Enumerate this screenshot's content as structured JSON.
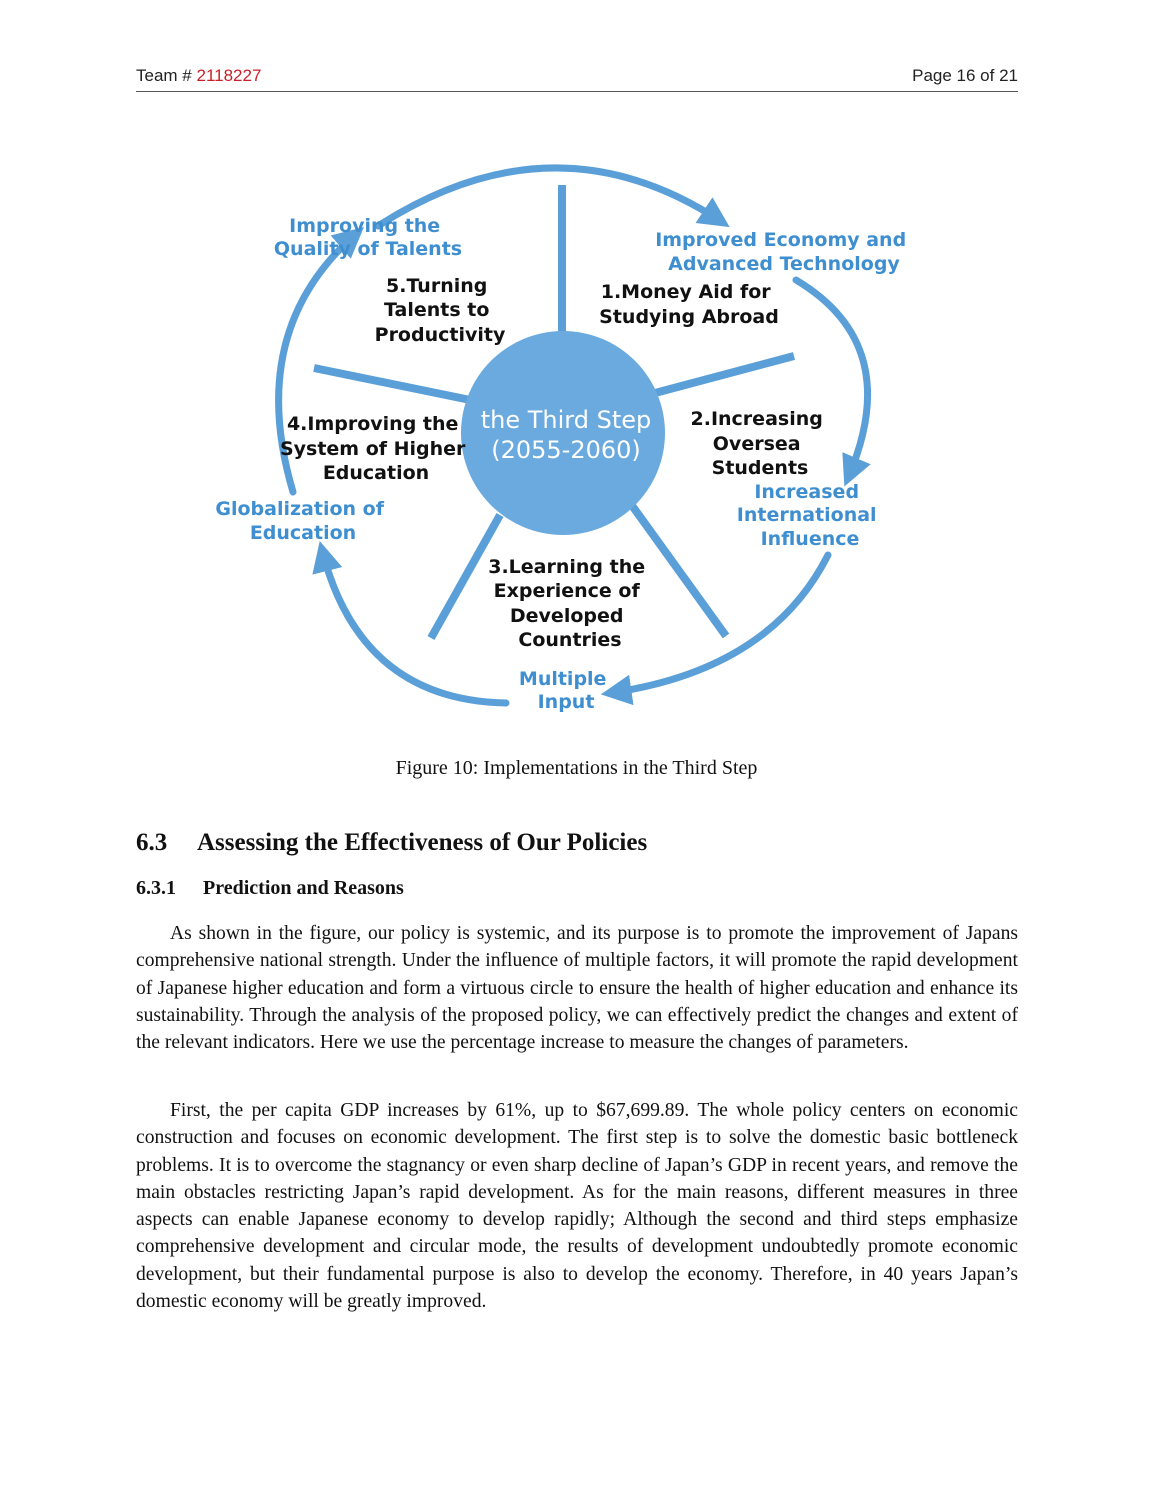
{
  "header": {
    "team_prefix": "Team # ",
    "team_number": "2118227",
    "page_label": "Page 16 of 21"
  },
  "diagram": {
    "center": {
      "line1": "the Third Step",
      "line2": "(2055-2060)"
    },
    "steps": [
      {
        "lines": [
          "1.Money Aid for",
          "Studying Abroad"
        ]
      },
      {
        "lines": [
          "2.Increasing",
          "Oversea",
          "Students"
        ]
      },
      {
        "lines": [
          "3.Learning the",
          "Experience of",
          "Developed",
          "Countries"
        ]
      },
      {
        "lines": [
          "4.Improving the",
          "System of Higher",
          "Education"
        ]
      },
      {
        "lines": [
          "5.Turning",
          "Talents to",
          "Productivity"
        ]
      }
    ],
    "outcomes": [
      {
        "lines": [
          "Improved Economy and",
          "Advanced Technology"
        ]
      },
      {
        "lines": [
          "Increased",
          "International",
          "Influence"
        ]
      },
      {
        "lines": [
          "Multiple",
          "Input"
        ]
      },
      {
        "lines": [
          "Globalization of",
          "Education"
        ]
      },
      {
        "lines": [
          "Improving the",
          "Quality of Talents"
        ]
      }
    ],
    "colors": {
      "accent": "#3f8fd0",
      "circle": "#6aaade",
      "spoke": "#5b9fd8"
    }
  },
  "caption": "Figure 10: Implementations in the Third Step",
  "section": {
    "number": "6.3",
    "title": "Assessing the Effectiveness of Our Policies"
  },
  "subsection": {
    "number": "6.3.1",
    "title": "Prediction and Reasons"
  },
  "paragraphs": [
    "As shown in the figure, our policy is systemic, and its purpose is to promote the improvement of Japans comprehensive national strength. Under the influence of multiple factors, it will promote the rapid development of Japanese higher education and form a virtuous circle to ensure the health of higher education and enhance its sustainability. Through the analysis of the proposed policy, we can effectively predict the changes and extent of the relevant indicators. Here we use the percentage increase to measure the changes of parameters.",
    "First, the per capita GDP increases by 61%, up to $67,699.89. The whole policy centers on economic construction and focuses on economic development. The first step is to solve the domestic basic bottleneck problems. It is to overcome the stagnancy or even sharp decline of Japan’s GDP in recent years, and remove the main obstacles restricting Japan’s rapid development. As for the main reasons, different measures in three aspects can enable Japanese economy to develop rapidly; Although the second and third steps emphasize comprehensive development and circular mode, the results of development undoubtedly promote economic development, but their fundamental purpose is also to develop the economy. Therefore, in 40 years Japan’s domestic economy will be greatly improved."
  ]
}
